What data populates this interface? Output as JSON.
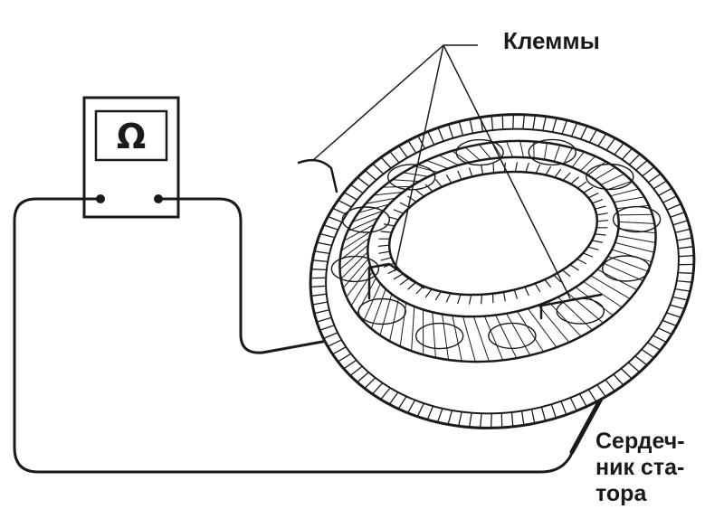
{
  "meter": {
    "symbol": "Ω"
  },
  "labels": {
    "terminals": "Клеммы",
    "stator_core_lines": [
      "Сердеч-",
      "ник ста-",
      "тора"
    ]
  },
  "colors": {
    "ink": "#1a1a1a",
    "paper": "#ffffff"
  }
}
